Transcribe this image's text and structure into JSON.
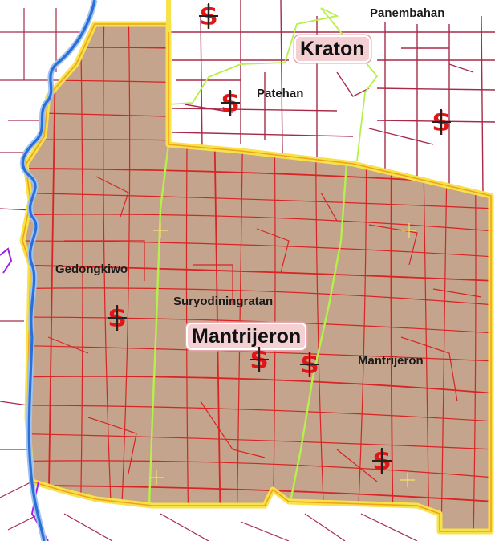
{
  "map": {
    "colors": {
      "district_fill": "#c4a48c",
      "boundary_outer": "#f7e24a",
      "boundary_line": "#f1a21c",
      "village_boundary": "#b6f04a",
      "roads_in": "#d82424",
      "roads_out": "#a82a4a",
      "river": "#2b6fd6",
      "canal": "#a020e0"
    },
    "district_labels": {
      "kraton": "Kraton",
      "mantrijeron": "Mantrijeron"
    },
    "village_labels": {
      "panembahan": "Panembahan",
      "patehan": "Patehan",
      "gedongkiwo": "Gedongkiwo",
      "suryodiningratan": "Suryodiningratan",
      "mantrijeron": "Mantrijeron"
    },
    "poi_symbol": "dollar-bank-icon"
  }
}
